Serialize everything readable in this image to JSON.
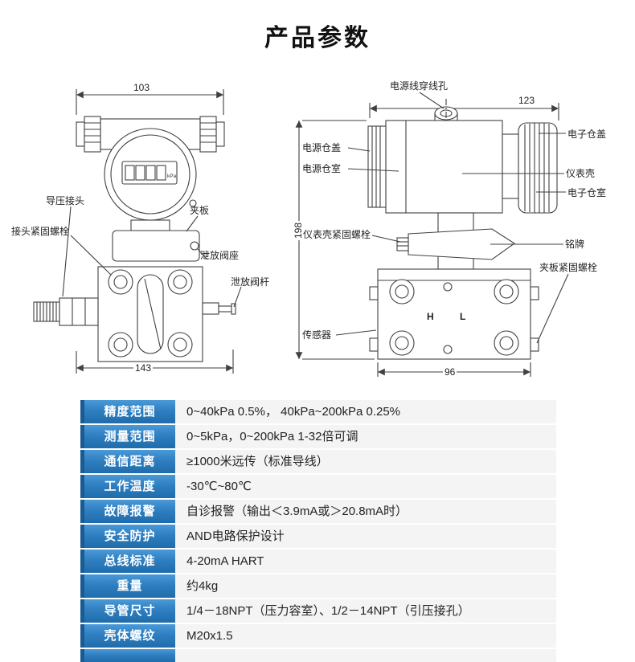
{
  "page": {
    "title": "产品参数"
  },
  "colors": {
    "label_gradient_top": "#4a9ad8",
    "label_gradient_bottom": "#1e6cab",
    "label_left_edge": "#1b5a93",
    "value_row_bg": "#f4f4f4",
    "drawing_line": "#404040"
  },
  "diagram_left": {
    "dim_width_top": "103",
    "dim_width_bottom": "143",
    "lcd_unit": "kPa",
    "labels": {
      "pressure_port": "导压接头",
      "port_bolt": "接头紧固螺栓",
      "clamp_plate": "夹板",
      "vent_valve_seat": "泄放阀座",
      "vent_valve_stem": "泄放阀杆"
    }
  },
  "diagram_right": {
    "dim_width_top": "123",
    "dim_height_left": "198",
    "dim_width_bottom": "96",
    "port_high": "H",
    "port_low": "L",
    "labels": {
      "cable_hole": "电源线穿线孔",
      "power_cover": "电源仓盖",
      "power_chamber": "电源仓室",
      "electronics_cover": "电子仓盖",
      "meter_housing": "仪表壳",
      "electronics_chamber": "电子仓室",
      "housing_bolt": "仪表壳紧固螺栓",
      "nameplate": "铭牌",
      "clamp_bolt": "夹板紧固螺栓",
      "sensor": "传感器"
    }
  },
  "spec_table": {
    "rows": [
      {
        "label": "精度范围",
        "value": "0~40kPa 0.5%， 40kPa~200kPa 0.25%"
      },
      {
        "label": "测量范围",
        "value": "0~5kPa，0~200kPa  1-32倍可调"
      },
      {
        "label": "通信距离",
        "value": "≥1000米远传（标准导线）"
      },
      {
        "label": "工作温度",
        "value": "-30℃~80℃"
      },
      {
        "label": "故障报警",
        "value": "自诊报警（输出＜3.9mA或＞20.8mA时）"
      },
      {
        "label": "安全防护",
        "value": "AND电路保护设计"
      },
      {
        "label": "总线标准",
        "value": "4-20mA HART"
      },
      {
        "label": "重量",
        "value": "约4kg"
      },
      {
        "label": "导管尺寸",
        "value": "1/4－18NPT（压力容室）、1/2－14NPT（引压接孔）"
      },
      {
        "label": "壳体螺纹",
        "value": "M20x1.5"
      }
    ]
  }
}
